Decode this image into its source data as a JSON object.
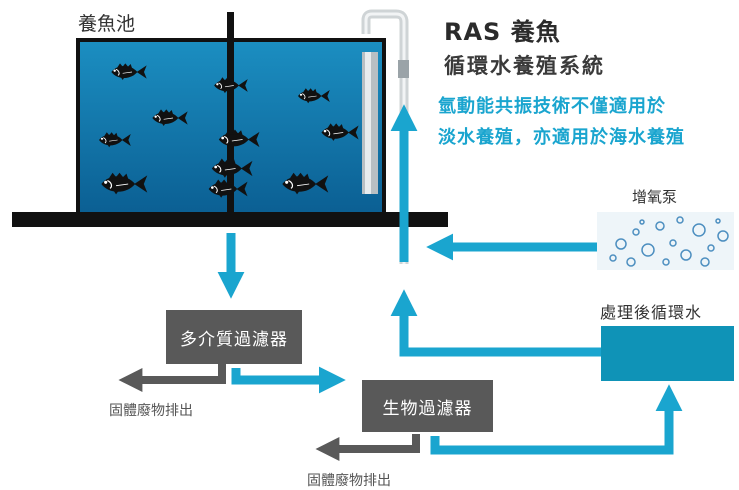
{
  "tank": {
    "label": "養魚池"
  },
  "heading": {
    "line1": "RAS 養魚",
    "line2": "循環水養殖系統"
  },
  "highlight": {
    "line1": "氫動能共振技術不僅適用於",
    "line2": "淡水養殖，亦適用於海水養殖"
  },
  "oxygen_pump": {
    "label": "增氧泵"
  },
  "return_water": {
    "label": "處理後循環水"
  },
  "filters": {
    "multi_media": "多介質過濾器",
    "bio": "生物過濾器"
  },
  "waste": {
    "first": "固體廢物排出",
    "second": "固體廢物排出"
  },
  "colors": {
    "arrow_blue": "#1aa5cf",
    "arrow_gray": "#595959",
    "water_top": "#1b8ec1",
    "water_bottom": "#0b5f93",
    "return_box": "#0f93b7"
  },
  "icons": [
    "fish-icon",
    "bubbles-icon",
    "pipe-icon"
  ]
}
